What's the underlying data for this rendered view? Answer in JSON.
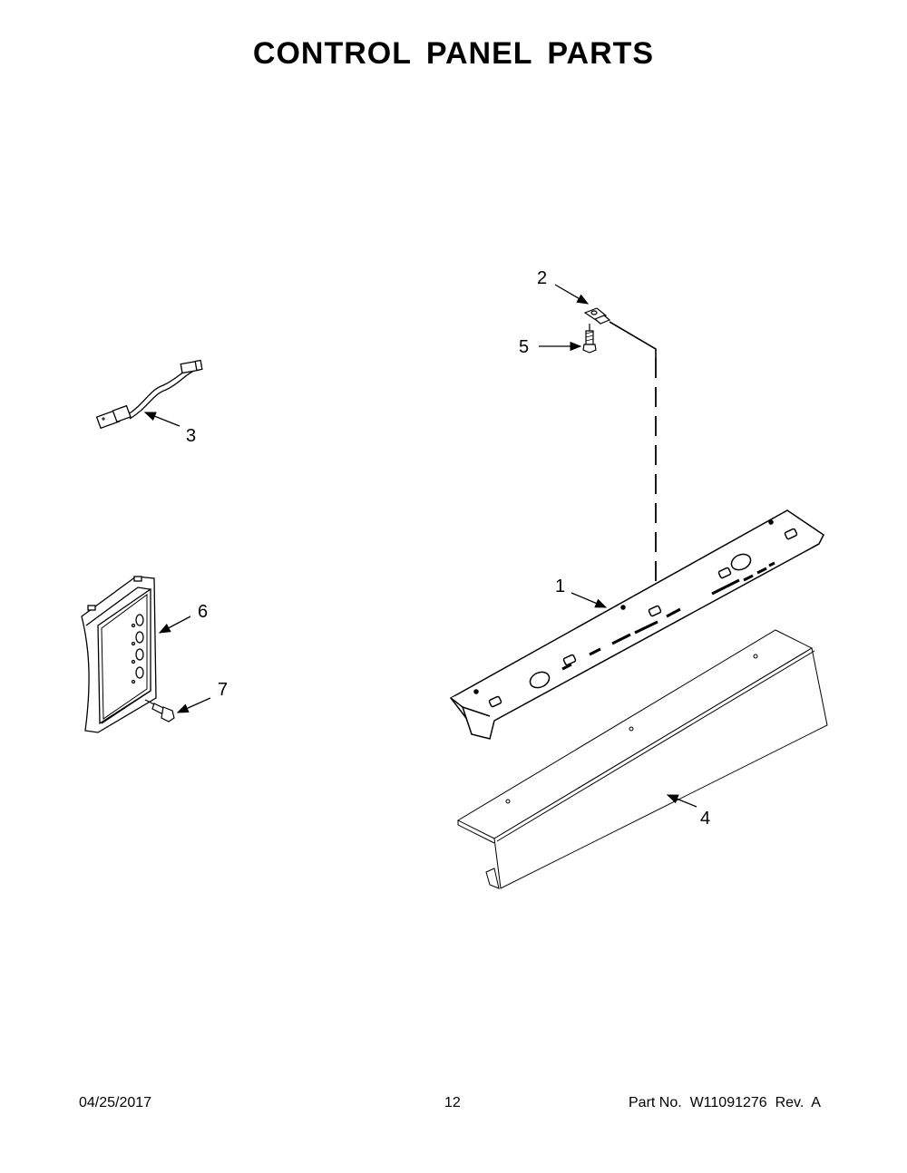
{
  "page": {
    "title": "CONTROL PANEL PARTS",
    "footer": {
      "date": "04/25/2017",
      "page_number": "12",
      "part_number": "Part No.  W11091276  Rev.  A"
    }
  },
  "callouts": [
    {
      "id": "1",
      "label": "1",
      "part": "control-panel-bracket"
    },
    {
      "id": "2",
      "label": "2",
      "part": "ground-clip"
    },
    {
      "id": "3",
      "label": "3",
      "part": "wire-harness"
    },
    {
      "id": "4",
      "label": "4",
      "part": "control-panel-cover"
    },
    {
      "id": "5",
      "label": "5",
      "part": "screw"
    },
    {
      "id": "6",
      "label": "6",
      "part": "control-panel-end-cap"
    },
    {
      "id": "7",
      "label": "7",
      "part": "screw"
    }
  ]
}
